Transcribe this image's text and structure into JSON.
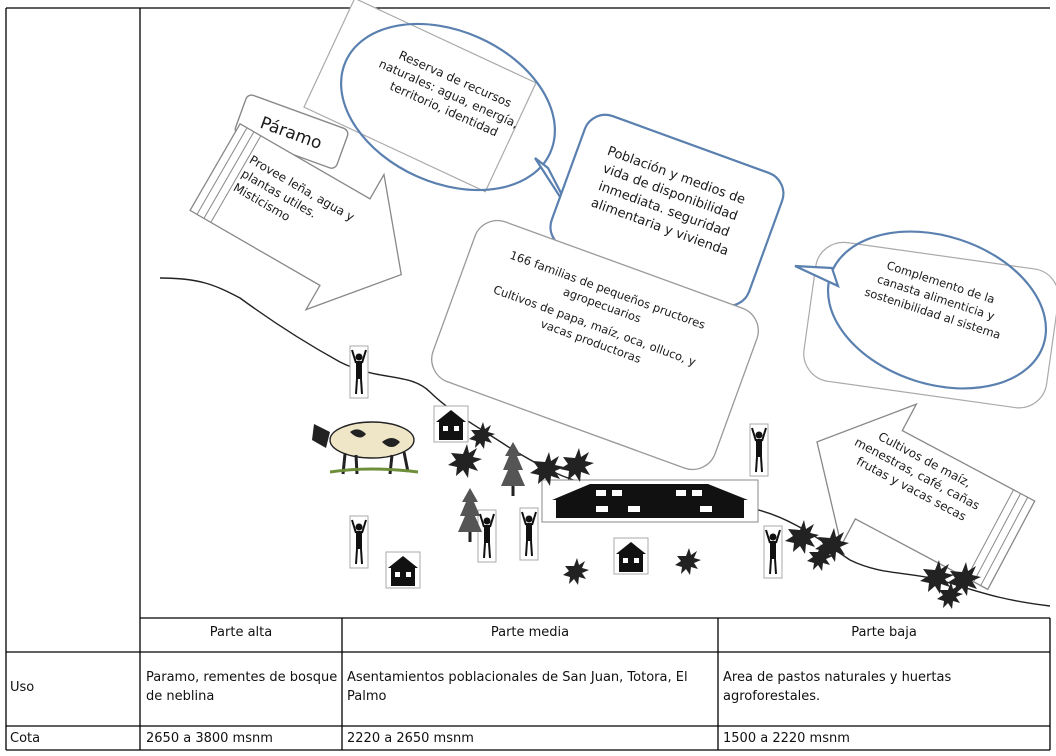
{
  "diagram": {
    "paramo_title": "Páramo",
    "arrow_left": [
      "Provee leña, agua y",
      "plantas utiles.",
      "Misticismo"
    ],
    "bubble_reserva": [
      "Reserva de recursos",
      "naturales: agua, energía,",
      "territorio, identidad"
    ],
    "box_poblacion": [
      "Población y medios de",
      "vida de disponibilidad",
      "inmediata. seguridad",
      "alimentaria y vivienda"
    ],
    "box_familias": [
      "166 familias de pequeños pructores",
      "agropecuarios",
      "Cultivos de papa, maíz, oca, olluco, y",
      "vacas productoras"
    ],
    "bubble_complemento": [
      "Complemento de la",
      "canasta alimenticia y",
      "sostenibilidad al sistema"
    ],
    "arrow_right": [
      "Cultivos de maíz,",
      "menestras, café, cañas",
      "frutas y vacas secas"
    ]
  },
  "table": {
    "headers": [
      "Parte alta",
      "Parte media",
      "Parte baja"
    ],
    "rows": [
      {
        "label": "Uso",
        "cells": [
          "Paramo, rementes de bosque de neblina",
          "Asentamientos poblacionales de San Juan, Totora, El Palmo",
          "Area de pastos naturales y huertas agroforestales."
        ]
      },
      {
        "label": "Cota",
        "cells": [
          "2650 a 3800 msnm",
          "2220 a 2650 msnm",
          "1500 a 2220 msnm"
        ]
      }
    ]
  },
  "colors": {
    "grid": "#000000",
    "bubble_stroke": "#5a80b0",
    "shape_stroke": "#8a8a8a",
    "ink": "#111111"
  }
}
